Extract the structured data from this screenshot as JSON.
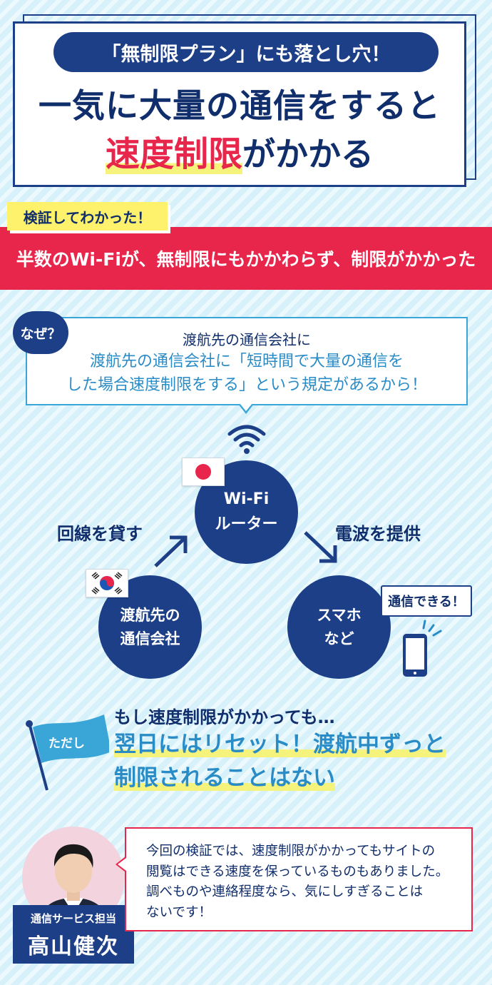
{
  "header": {
    "pill": "「無制限プラン」にも落とし穴！",
    "line1": "一気に大量の通信をすると",
    "line2_red": "速度制限",
    "line2_rest": "がかかる"
  },
  "verify": {
    "tag": "検証してわかった！",
    "result": "半数のWi-Fiが、無制限にもかかわらず、制限がかかった"
  },
  "why": {
    "badge": "なぜ？",
    "line1": "渡航先の通信会社に",
    "line2": "渡航先の通信会社に「短時間で大量の通信を",
    "line3": "した場合速度制限をする」という規定があるから！"
  },
  "diagram": {
    "router_l1": "Wi-Fi",
    "router_l2": "ルーター",
    "carrier_l1": "渡航先の",
    "carrier_l2": "通信会社",
    "phone_l1": "スマホ",
    "phone_l2": "など",
    "left_label": "回線を貸す",
    "right_label": "電波を提供",
    "phone_bubble": "通信できる！",
    "icons": [
      "wifi-icon",
      "japan-flag",
      "korea-flag",
      "smartphone-icon"
    ]
  },
  "tadashi": {
    "badge": "ただし",
    "line1": "もし速度制限がかかっても…",
    "line2": "翌日にはリセット！渡航中ずっと",
    "line3": "制限されることはない"
  },
  "speaker": {
    "role": "通信サービス担当",
    "name": "高山健次",
    "quote_l1": "今回の検証では、速度制限がかかってもサイトの",
    "quote_l2": "閲覧はできる速度を保っているものもありました。",
    "quote_l3": "調べものや連絡程度なら、気にしすぎることは",
    "quote_l4": "ないです！"
  },
  "colors": {
    "navy": "#1c3f87",
    "red": "#e8254a",
    "yellow": "#fef16b",
    "blue": "#2a8cc7",
    "sky": "#d6f1fa"
  }
}
